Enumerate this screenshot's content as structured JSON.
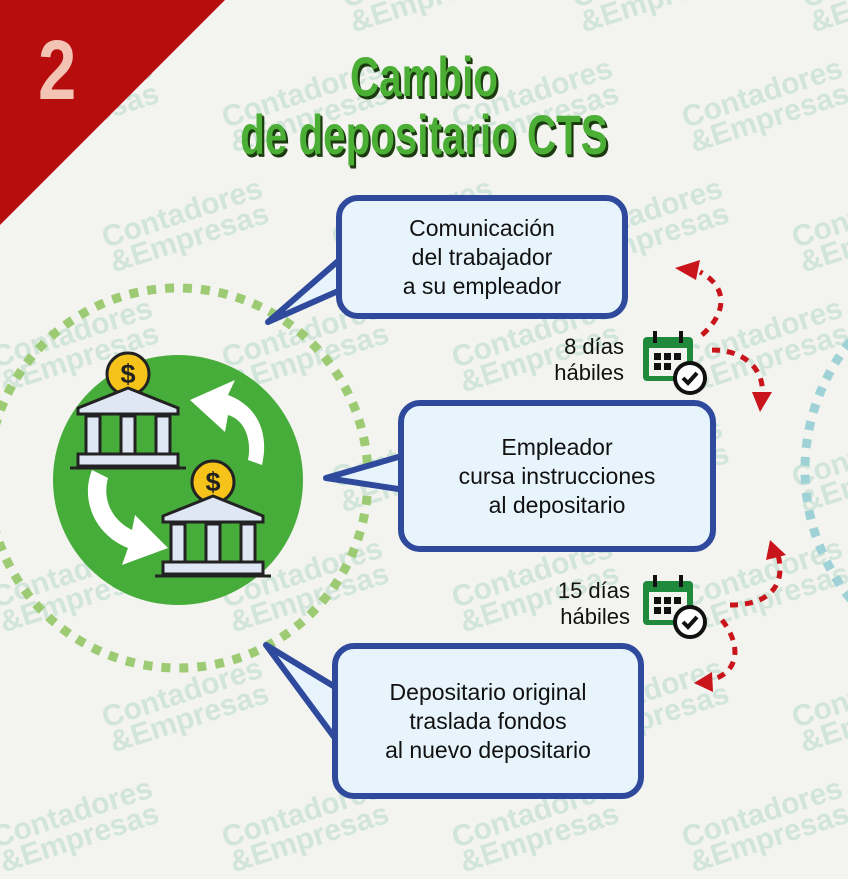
{
  "badge": {
    "number": "2",
    "color": "#b70d0d"
  },
  "title": {
    "line1": "Cambio",
    "line2": "de depositario CTS",
    "color": "#4caf35"
  },
  "watermark": {
    "line1": "Contadores",
    "line2": "&Empresas"
  },
  "steps": [
    {
      "lines": [
        "Comunicación",
        "del trabajador",
        "a su empleador"
      ]
    },
    {
      "lines": [
        "Empleador",
        "cursa instrucciones",
        "al depositario"
      ]
    },
    {
      "lines": [
        "Depositario original",
        "traslada fondos",
        "al nuevo depositario"
      ]
    }
  ],
  "intervals": [
    {
      "line1": "8 días",
      "line2": "hábiles",
      "icon": "calendar-check-icon"
    },
    {
      "line1": "15 días",
      "line2": "hábiles",
      "icon": "calendar-check-icon"
    }
  ],
  "illustration": {
    "icon": "bank-exchange-icon",
    "circle_color": "#47ad3a",
    "coin_symbol": "$"
  },
  "colors": {
    "bubble_border": "#2f4a9c",
    "bubble_fill": "#e8f4fc",
    "arrow_red": "#c8141a",
    "dots_green": "#9ccb74",
    "dots_teal": "#9fd2d6"
  }
}
